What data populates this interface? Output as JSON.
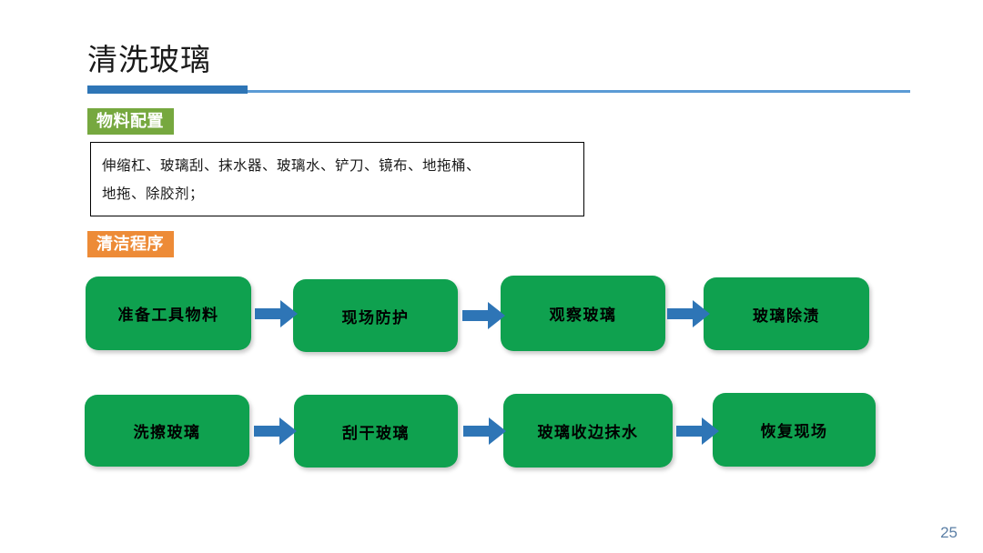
{
  "slide": {
    "title": "清洗玻璃",
    "page_number": "25",
    "accent_colors": {
      "title_rule_thick": "#2E75B6",
      "title_rule_thin": "#5B9BD5",
      "materials_badge": "#76A83F",
      "procedure_badge": "#ED8B37",
      "flow_box": "#0FA14F",
      "arrow": "#2E75B6",
      "page_number": "#5B7FA6"
    }
  },
  "sections": {
    "materials": {
      "badge_label": "物料配置",
      "lines": [
        "伸缩杠、玻璃刮、抹水器、玻璃水、铲刀、镜布、地拖桶、",
        "地拖、除胶剂；"
      ]
    },
    "procedure": {
      "badge_label": "清洁程序",
      "rows": [
        {
          "steps": [
            {
              "label": "准备工具物料"
            },
            {
              "label": "现场防护"
            },
            {
              "label": "观察玻璃"
            },
            {
              "label": "玻璃除渍"
            }
          ]
        },
        {
          "steps": [
            {
              "label": "洗擦玻璃"
            },
            {
              "label": "刮干玻璃"
            },
            {
              "label": "玻璃收边抹水"
            },
            {
              "label": "恢复现场"
            }
          ]
        }
      ]
    }
  }
}
